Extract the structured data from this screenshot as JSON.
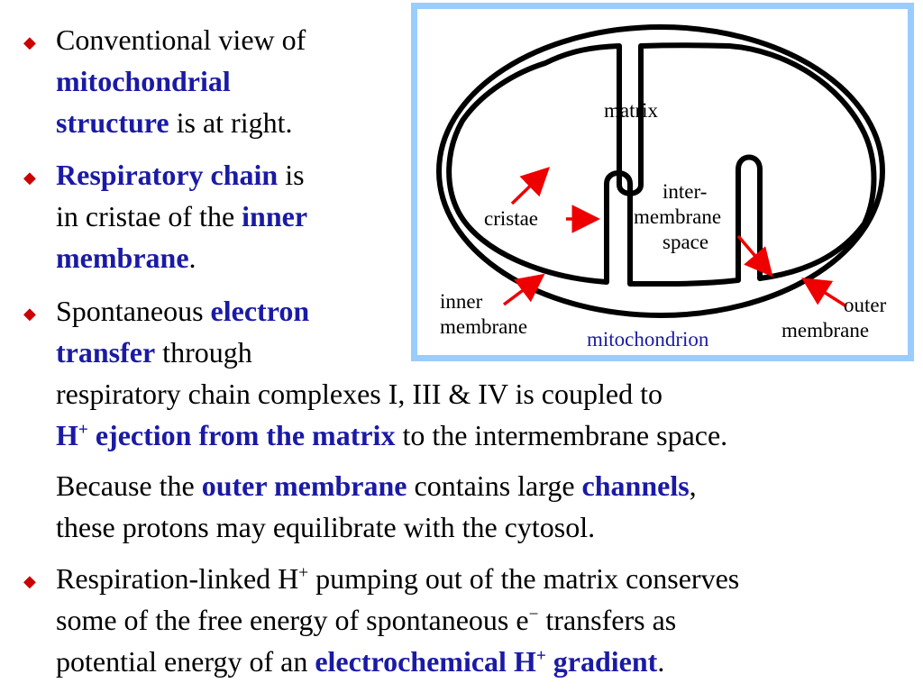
{
  "bullets": {
    "b1": {
      "line1": "Conventional view of",
      "line2": "mitochondrial",
      "line3_bold": "structure",
      "line3_rest": " is at right."
    },
    "b2": {
      "line1_bold": "Respiratory chain",
      "line1_rest": " is",
      "line2_pre": "in cristae of the ",
      "line2_bold": "inner",
      "line3_bold": "membrane",
      "line3_rest": "."
    },
    "b3": {
      "line1_pre": "Spontaneous ",
      "line1_bold": "electron",
      "line2_bold": "transfer",
      "line2_rest": " through",
      "line3": "respiratory chain complexes I, III & IV is coupled to",
      "line4_h": "H",
      "line4_sup": "+",
      "line4_bold": " ejection from the matrix",
      "line4_rest": " to the intermembrane space."
    },
    "b3_sub": {
      "line1_pre": "Because the ",
      "line1_bold1": "outer membrane",
      "line1_mid": " contains large ",
      "line1_bold2": "channels",
      "line1_end": ",",
      "line2": "these protons may equilibrate with the cytosol."
    },
    "b4": {
      "line1_pre": "Respiration-linked H",
      "line1_sup": "+",
      "line1_rest": " pumping out of the matrix conserves",
      "line2_pre": "some of the free energy of spontaneous e",
      "line2_sup": "−",
      "line2_rest": " transfers as",
      "line3_pre": "potential energy of an ",
      "line3_bold": "electrochemical H",
      "line3_sup": "+",
      "line3_bold2": " gradient",
      "line3_end": "."
    }
  },
  "diagram": {
    "labels": {
      "matrix": "matrix",
      "inter1": "inter-",
      "inter2": "membrane",
      "inter3": "space",
      "cristae": "cristae",
      "inner1": "inner",
      "inner2": "membrane",
      "outer1": "outer",
      "outer2": "membrane",
      "caption": "mitochondrion"
    },
    "colors": {
      "frame": "#99ccff",
      "arrow": "#ee0000",
      "caption": "#1a1aa6",
      "bullet": "#cc0000",
      "highlight": "#1a1aa6"
    }
  }
}
